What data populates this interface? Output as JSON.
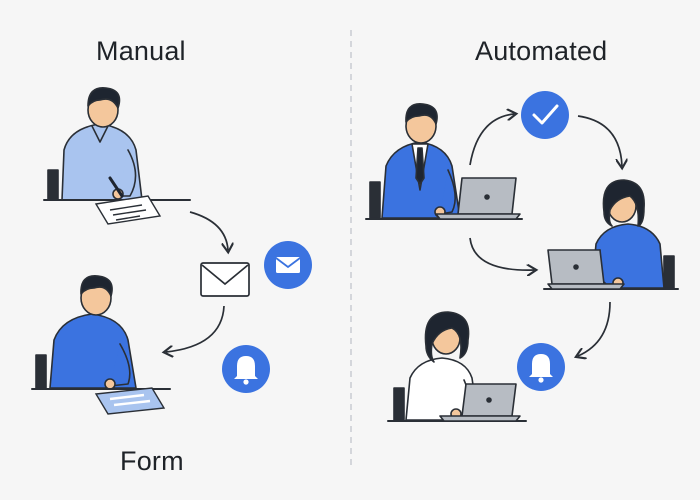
{
  "panels": {
    "left_title": "Manual",
    "right_title": "Automated",
    "bottom_label": "Form"
  },
  "colors": {
    "blue": "#3b73e0",
    "light_blue": "#a9c4ef",
    "skin": "#f4c79c",
    "hair": "#1e2530",
    "laptop": "#b7bcc3",
    "divider": "#c9ccd2"
  },
  "icons": [
    "envelope-icon",
    "bell-icon",
    "checkmark-icon",
    "laptop-icon",
    "document-icon",
    "form-icon"
  ]
}
